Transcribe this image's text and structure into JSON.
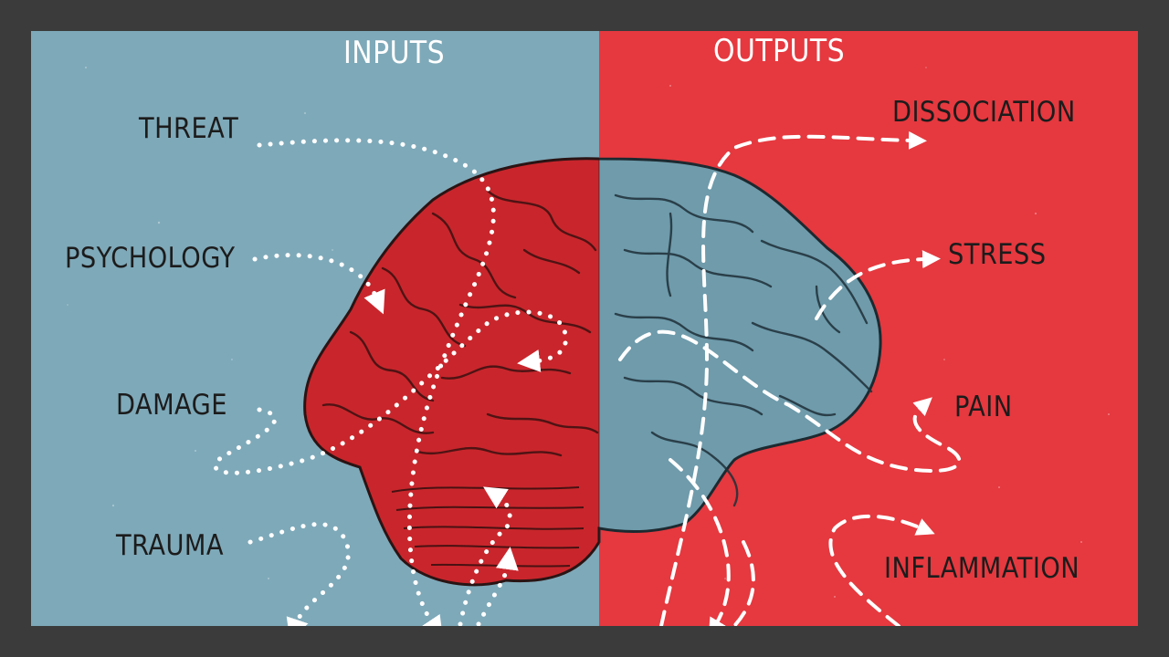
{
  "diagram": {
    "inputs_heading": "INPUTS",
    "outputs_heading": "OUTPUTS",
    "inputs": [
      "THREAT",
      "PSYCHOLOGY",
      "DAMAGE",
      "TRAUMA"
    ],
    "outputs": [
      "DISSOCIATION",
      "STRESS",
      "PAIN",
      "INFLAMMATION"
    ]
  },
  "colors": {
    "inputs_panel": "#7ea9b9",
    "outputs_panel": "#e5393f",
    "brain_left": "#c8262c",
    "brain_right": "#6f9bab",
    "text": "#1c1c1c",
    "paths": "#ffffff",
    "frame": "#3b3b3b"
  }
}
